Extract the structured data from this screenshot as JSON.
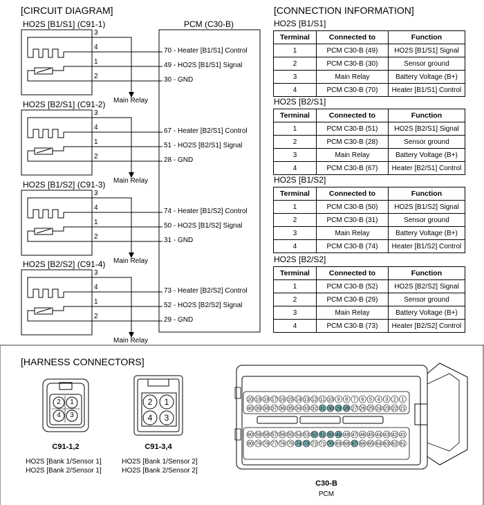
{
  "headers": {
    "circuit": "[CIRCUIT DIAGRAM]",
    "connection": "[CONNECTION INFORMATION]",
    "harness": "[HARNESS CONNECTORS]"
  },
  "pcm_label": "PCM (C30-B)",
  "relay_label": "Main Relay",
  "table_headers": [
    "Terminal",
    "Connected to",
    "Function"
  ],
  "sensors": [
    {
      "title": "HO2S [B1/S1] (C91-1)",
      "table_title": "HO2S [B1/S1]",
      "pin_numbers": [
        "3",
        "4",
        "1",
        "2"
      ],
      "pcm_pins": [
        "70 - Heater [B1/S1] Control",
        "49 - HO2S [B1/S1] Signal",
        "30 - GND"
      ],
      "rows": [
        [
          "1",
          "PCM C30-B (49)",
          "HO2S [B1/S1] Signal"
        ],
        [
          "2",
          "PCM C30-B (30)",
          "Sensor ground"
        ],
        [
          "3",
          "Main Relay",
          "Battery Voltage (B+)"
        ],
        [
          "4",
          "PCM C30-B (70)",
          "Heater [B1/S1] Control"
        ]
      ]
    },
    {
      "title": "HO2S [B2/S1] (C91-2)",
      "table_title": "HO2S [B2/S1]",
      "pin_numbers": [
        "3",
        "4",
        "1",
        "2"
      ],
      "pcm_pins": [
        "67 - Heater [B2/S1] Control",
        "51 - HO2S [B2/S1] Signal",
        "28 - GND"
      ],
      "rows": [
        [
          "1",
          "PCM C30-B (51)",
          "HO2S [B2/S1] Signal"
        ],
        [
          "2",
          "PCM C30-B (28)",
          "Sensor ground"
        ],
        [
          "3",
          "Main Relay",
          "Battery Voltage (B+)"
        ],
        [
          "4",
          "PCM C30-B (67)",
          "Heater [B2/S1] Control"
        ]
      ]
    },
    {
      "title": "HO2S [B1/S2] (C91-3)",
      "table_title": "HO2S [B1/S2]",
      "pin_numbers": [
        "3",
        "4",
        "1",
        "2"
      ],
      "pcm_pins": [
        "74 - Heater [B1/S2] Control",
        "50 - HO2S [B1/S2] Signal",
        "31 - GND"
      ],
      "rows": [
        [
          "1",
          "PCM C30-B (50)",
          "HO2S [B1/S2] Signal"
        ],
        [
          "2",
          "PCM C30-B (31)",
          "Sensor ground"
        ],
        [
          "3",
          "Main Relay",
          "Battery Voltage (B+)"
        ],
        [
          "4",
          "PCM C30-B (74)",
          "Heater [B1/S2] Control"
        ]
      ]
    },
    {
      "title": "HO2S [B2/S2] (C91-4)",
      "table_title": "HO2S [B2/S2]",
      "pin_numbers": [
        "3",
        "4",
        "1",
        "2"
      ],
      "pcm_pins": [
        "73 - Heater [B2/S2] Control",
        "52 - HO2S [B2/S2] Signal",
        "29 - GND"
      ],
      "rows": [
        [
          "1",
          "PCM C30-B (52)",
          "HO2S [B2/S2] Signal"
        ],
        [
          "2",
          "PCM C30-B (29)",
          "Sensor ground"
        ],
        [
          "3",
          "Main Relay",
          "Battery Voltage (B+)"
        ],
        [
          "4",
          "PCM C30-B (73)",
          "Heater [B2/S2] Control"
        ]
      ]
    }
  ],
  "harness": {
    "c91_12": {
      "name": "C91-1,2",
      "desc1": "HO2S [Bank 1/Sensor 1]",
      "desc2": "HO2S [Bank 2/Sensor 1]",
      "pins": [
        "2",
        "1",
        "4",
        "3"
      ]
    },
    "c91_34": {
      "name": "C91-3,4",
      "desc1": "HO2S [Bank 1/Sensor 2]",
      "desc2": "HO2S [Bank 2/Sensor 2]",
      "pins": [
        "2",
        "1",
        "4",
        "3"
      ]
    },
    "c30b": {
      "name": "C30-B",
      "desc": "PCM",
      "row1_start": 20,
      "row1_end": 1,
      "row2_start": 40,
      "row2_end": 21,
      "row3_start": 60,
      "row3_end": 41,
      "row4_start": 80,
      "row4_end": 61,
      "used_pins": [
        28,
        29,
        30,
        31,
        49,
        50,
        51,
        52,
        67,
        70,
        73,
        74
      ],
      "highlight_color": "#7fb7bf"
    }
  }
}
